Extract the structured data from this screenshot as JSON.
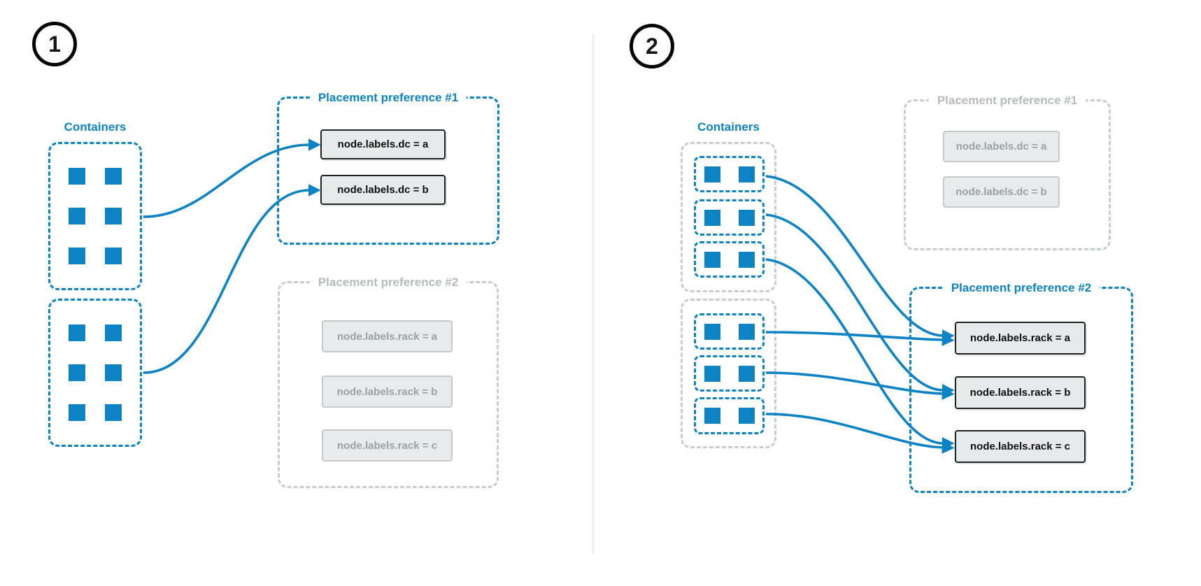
{
  "colors": {
    "accent_blue": "#0d83c4",
    "inactive_gray": "#c9cccd",
    "inactive_title_text": "#b7babc",
    "label_box_bg": "#e7eaeb",
    "label_box_border_active": "#1e2326",
    "label_box_border_inactive": "#c5c9cb",
    "label_text_active": "#0c0e0f",
    "label_text_inactive": "#9aa1a6"
  },
  "panel1": {
    "badge": "1",
    "containers_label": "Containers",
    "container_groups": [
      {
        "container_count": 6
      },
      {
        "container_count": 6
      }
    ],
    "preference1": {
      "title": "Placement preference #1",
      "state": "active",
      "labels": [
        "node.labels.dc = a",
        "node.labels.dc = b"
      ]
    },
    "preference2": {
      "title": "Placement preference #2",
      "state": "inactive",
      "labels": [
        "node.labels.rack = a",
        "node.labels.rack = b",
        "node.labels.rack = c"
      ]
    },
    "arrows": [
      {
        "from": "container-group-1",
        "to": "node.labels.dc = a"
      },
      {
        "from": "container-group-2",
        "to": "node.labels.dc = b"
      }
    ]
  },
  "panel2": {
    "badge": "2",
    "containers_label": "Containers",
    "container_groups": [
      {
        "subgroup_count": 3,
        "containers_per_subgroup": 2
      },
      {
        "subgroup_count": 3,
        "containers_per_subgroup": 2
      }
    ],
    "preference1": {
      "title": "Placement preference #1",
      "state": "inactive",
      "labels": [
        "node.labels.dc = a",
        "node.labels.dc = b"
      ]
    },
    "preference2": {
      "title": "Placement preference #2",
      "state": "active",
      "labels": [
        "node.labels.rack = a",
        "node.labels.rack = b",
        "node.labels.rack = c"
      ]
    },
    "arrows": [
      {
        "from": "subgroup-1",
        "to": "node.labels.rack = a"
      },
      {
        "from": "subgroup-2",
        "to": "node.labels.rack = b"
      },
      {
        "from": "subgroup-3",
        "to": "node.labels.rack = c"
      },
      {
        "from": "subgroup-4",
        "to": "node.labels.rack = a"
      },
      {
        "from": "subgroup-5",
        "to": "node.labels.rack = b"
      },
      {
        "from": "subgroup-6",
        "to": "node.labels.rack = c"
      }
    ]
  }
}
